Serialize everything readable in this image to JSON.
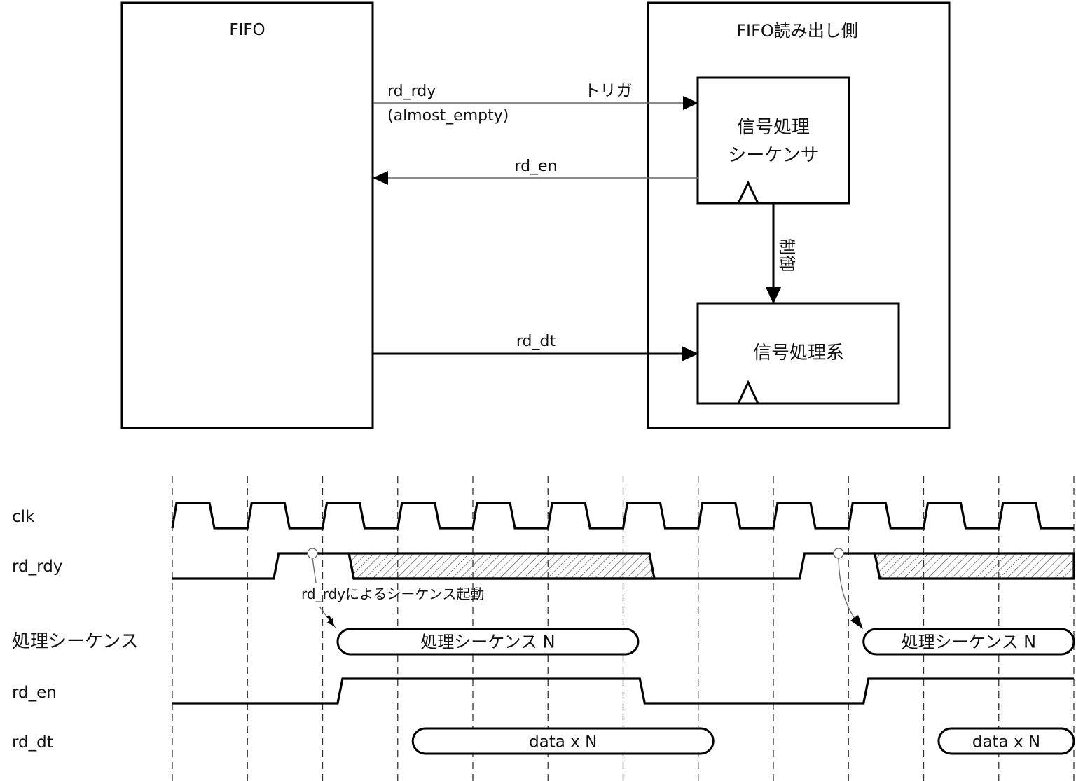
{
  "block_diagram": {
    "fifo_block": {
      "title": "FIFO"
    },
    "reader_block": {
      "title": "FIFO読み出し側"
    },
    "sequencer_block": {
      "line1": "信号処理",
      "line2": "シーケンサ"
    },
    "processor_block": {
      "title": "信号処理系"
    },
    "signals": {
      "rd_rdy": {
        "label": "rd_rdy",
        "sublabel": "(almost_empty)",
        "role_label": "トリガ",
        "direction": "fifo-to-sequencer"
      },
      "rd_en": {
        "label": "rd_en",
        "direction": "sequencer-to-fifo"
      },
      "rd_dt": {
        "label": "rd_dt",
        "direction": "fifo-to-processor"
      },
      "control": {
        "label": "制御",
        "direction": "sequencer-to-processor"
      }
    }
  },
  "timing_diagram": {
    "clock_cycles": 12,
    "rows": [
      {
        "name": "clk",
        "label": "clk"
      },
      {
        "name": "rd_rdy",
        "label": "rd_rdy"
      },
      {
        "name": "sequence",
        "label": "処理シーケンス"
      },
      {
        "name": "rd_en",
        "label": "rd_en"
      },
      {
        "name": "rd_dt",
        "label": "rd_dt"
      }
    ],
    "annotation": "rd_rdyによるシーケンス起動",
    "sequence_boxes": [
      {
        "label": "処理シーケンス N",
        "start_cycle": 2.2,
        "end_cycle": 6.2
      },
      {
        "label": "処理シーケンス N",
        "start_cycle": 9.2,
        "end_cycle": 12.0
      }
    ],
    "data_boxes": [
      {
        "label": "data x N",
        "start_cycle": 3.2,
        "end_cycle": 7.2
      },
      {
        "label": "data x N",
        "start_cycle": 10.2,
        "end_cycle": 12.0
      }
    ],
    "rd_rdy_wave": [
      {
        "rise_cycle": 1.35,
        "dont_care_start": 2.35,
        "fall_cycle": 6.35
      },
      {
        "rise_cycle": 8.35,
        "dont_care_start": 9.35,
        "fall_cycle": null
      }
    ],
    "rd_en_wave": [
      {
        "rise_cycle": 2.2,
        "fall_cycle": 6.25
      },
      {
        "rise_cycle": 9.2,
        "fall_cycle": null
      }
    ]
  }
}
